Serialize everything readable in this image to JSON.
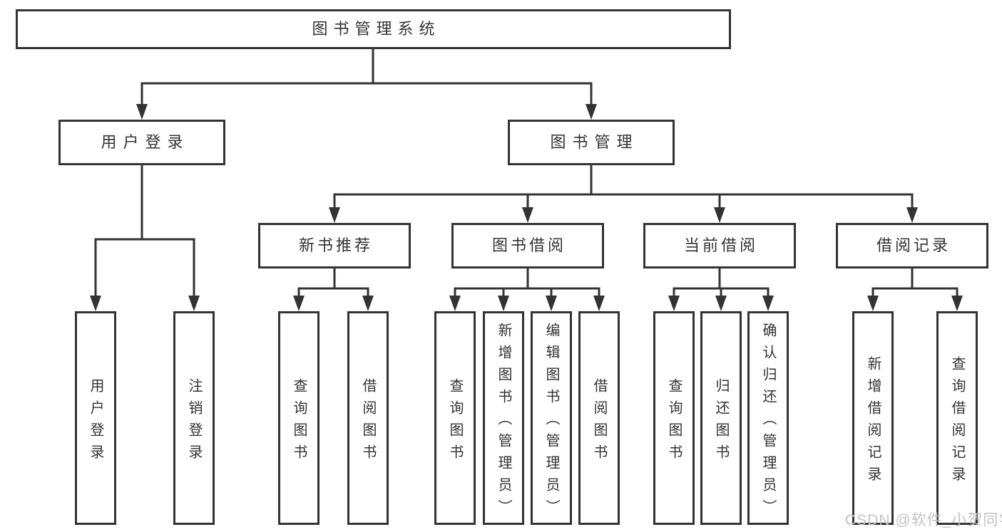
{
  "diagram": {
    "root": {
      "label": "图书管理系统"
    },
    "level2": [
      {
        "label": "用户登录"
      },
      {
        "label": "图书管理"
      }
    ],
    "level3": [
      {
        "label": "新书推荐"
      },
      {
        "label": "图书借阅"
      },
      {
        "label": "当前借阅"
      },
      {
        "label": "借阅记录"
      }
    ],
    "leaves": {
      "user_login": [
        "用户登录",
        "注销登录"
      ],
      "new_book_rec": [
        "查询图书",
        "借阅图书"
      ],
      "book_borrow": [
        "查询图书",
        "新增图书（管理员）",
        "编辑图书（管理员）",
        "借阅图书"
      ],
      "current_borrow": [
        "查询图书",
        "归还图书",
        "确认归还（管理员）"
      ],
      "borrow_records": [
        "新增借阅记录",
        "查询借阅记录"
      ]
    }
  },
  "watermark": {
    "text": "CSDN @软件_小贺同学"
  },
  "colors": {
    "line": "#333333",
    "text": "#333333",
    "background": "#ffffff",
    "watermark": "#c3c3c3"
  }
}
